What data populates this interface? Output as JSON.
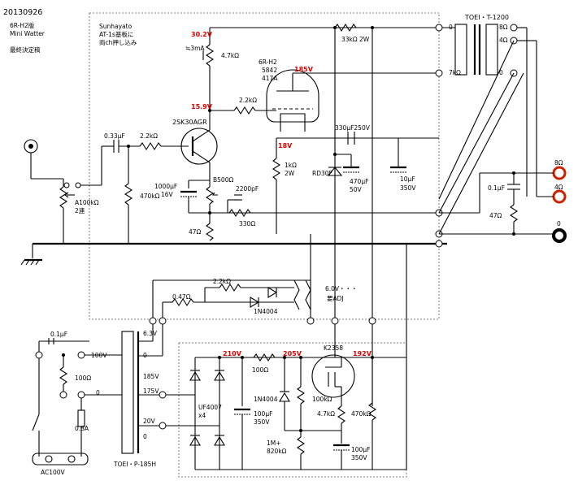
{
  "header": {
    "date": "20130926",
    "line1": "6R-H2版",
    "line2": "Mini Watter",
    "line3": "最終決定稿"
  },
  "board": {
    "line1": "Sunhayato",
    "line2": "AT-1s基板に",
    "line3": "両ch押し込み"
  },
  "tube": {
    "name": "6R-H2",
    "sub1": "5842",
    "sub2": "417A"
  },
  "voltages": {
    "v30_2": "30.2V",
    "v15_9": "15.9V",
    "v185": "185V",
    "v18": "18V",
    "v210": "210V",
    "v205": "205V",
    "v192": "192V"
  },
  "components": {
    "r4k7_top": "4.7kΩ",
    "i3ma": "≒3mA",
    "r2k2_grid": "2.2kΩ",
    "fet": "2SK30AGR",
    "c033": "0.33μF",
    "r2k2_in": "2.2kΩ",
    "pot": "A100kΩ",
    "pot2": "2連",
    "r470k": "470kΩ",
    "c1000": "1000μF",
    "c1000v": "16V",
    "b500": "B500Ω",
    "c2200": "2200pF",
    "r330": "330Ω",
    "r47a": "47Ω",
    "r1k": "1kΩ",
    "r1kw": "2W",
    "c330": "330μF250V",
    "rd30f": "RD30F",
    "c470": "470μF",
    "c470v": "50V",
    "c10": "10μF",
    "c10v": "350V",
    "r33k": "33kΩ 2W",
    "out_trans": "TOEI・T-1200",
    "t0": "0",
    "t8": "8Ω",
    "t4": "4Ω",
    "t0b": "0",
    "t7k": "7kΩ",
    "t0c": "0",
    "c01r": "0.1μF",
    "r47r": "47Ω",
    "o8": "8Ω",
    "o4": "4Ω",
    "o0": "0",
    "r2k2_h": "2.2kΩ",
    "r047": "0.47Ω",
    "d1n4004": "1N4004",
    "h6v": "6.0V・・・",
    "hadj": "要ADJ",
    "c01l": "0.1μF",
    "r100": "100Ω",
    "t100v": "100V",
    "t0l": "0",
    "fuse": "0.8A",
    "ac": "AC100V",
    "s63": "6.3V",
    "s0": "0",
    "s185": "185V",
    "s175": "175V",
    "s20": "20V",
    "s0b": "0",
    "ptrans": "TOEI・P-185H",
    "uf": "UF4007",
    "ufx": "x4",
    "r100b": "100Ω",
    "d1n4004b": "1N4004",
    "c100a": "100μF",
    "c100av": "350V",
    "k2358": "K2358",
    "r100k": "100kΩ",
    "r4k7b": "4.7kΩ",
    "r470kb": "470kΩ",
    "r1m": "1M+",
    "r820k": "820kΩ",
    "c100b": "100μF",
    "c100bv": "350V"
  },
  "colors": {
    "accent_red": "#e00000",
    "terminal_red": "#cc2200"
  }
}
